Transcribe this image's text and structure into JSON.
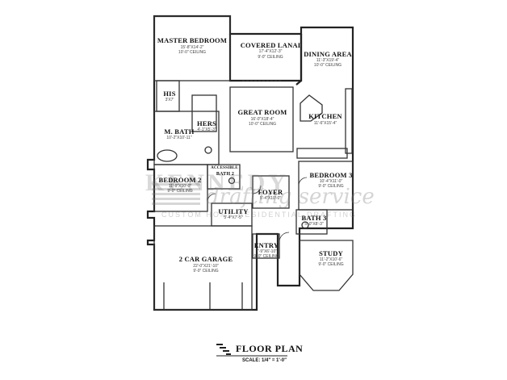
{
  "rooms": {
    "master_bedroom": {
      "name": "MASTER BEDROOM",
      "dim": "15'-8\"X14'-2\"",
      "ceiling": "10'-0\" CEILING"
    },
    "covered_lanai": {
      "name": "COVERED LANAI",
      "dim": "17'-4\"X12'-3\"",
      "ceiling": "9'-0\" CEILING"
    },
    "dining_area": {
      "name": "DINING AREA",
      "dim": "11'-3\"X19'-4\"",
      "ceiling": "10'-0\" CEILING"
    },
    "his": {
      "name": "HIS",
      "dim": "3'X7'"
    },
    "hers": {
      "name": "HERS",
      "dim": "4'-1\"X5'-3\""
    },
    "great_room": {
      "name": "GREAT ROOM",
      "dim": "16'-0\"X18'-4\"",
      "ceiling": "10'-0\" CEILING"
    },
    "kitchen": {
      "name": "KITCHEN",
      "dim": "11'-6\"X15'-4\""
    },
    "m_bath": {
      "name": "M. BATH",
      "dim": "10'-2\"X10'-11\""
    },
    "bedroom2": {
      "name": "BEDROOM 2",
      "dim": "11'-9\"X10'-0\"",
      "ceiling": "9'-0\" CEILING"
    },
    "bath2": {
      "name": "BATH 2",
      "dim": "ACCESSIBLE"
    },
    "bedroom3": {
      "name": "BEDROOM 3",
      "dim": "10'-4\"X11'-0\"",
      "ceiling": "9'-0\" CEILING"
    },
    "foyer": {
      "name": "FOYER",
      "dim": "5'-4\"X10'-0\""
    },
    "utility": {
      "name": "UTILITY",
      "dim": "5'-4\"X7'-5\""
    },
    "bath3": {
      "name": "BATH 3",
      "dim": "5'-0\"X8'-3\""
    },
    "entry": {
      "name": "ENTRY",
      "dim": "7'-9\"X6'-10\"",
      "ceiling": "9'-0\" CEILING"
    },
    "study": {
      "name": "STUDY",
      "dim": "11'-2\"X10'-6\"",
      "ceiling": "9'-0\" CEILING"
    },
    "garage": {
      "name": "2 CAR GARAGE",
      "dim": "22'-0\"X21'-10\"",
      "ceiling": "9'-0\" CEILING"
    }
  },
  "watermark": {
    "brand": "KENNEDY",
    "script": "drafting service",
    "tagline": "CUSTOM HOME   RESIDENTIAL DRAFTING"
  },
  "footer": {
    "title": "FLOOR PLAN",
    "scale": "SCALE: 1/4\" = 1'-0\""
  }
}
